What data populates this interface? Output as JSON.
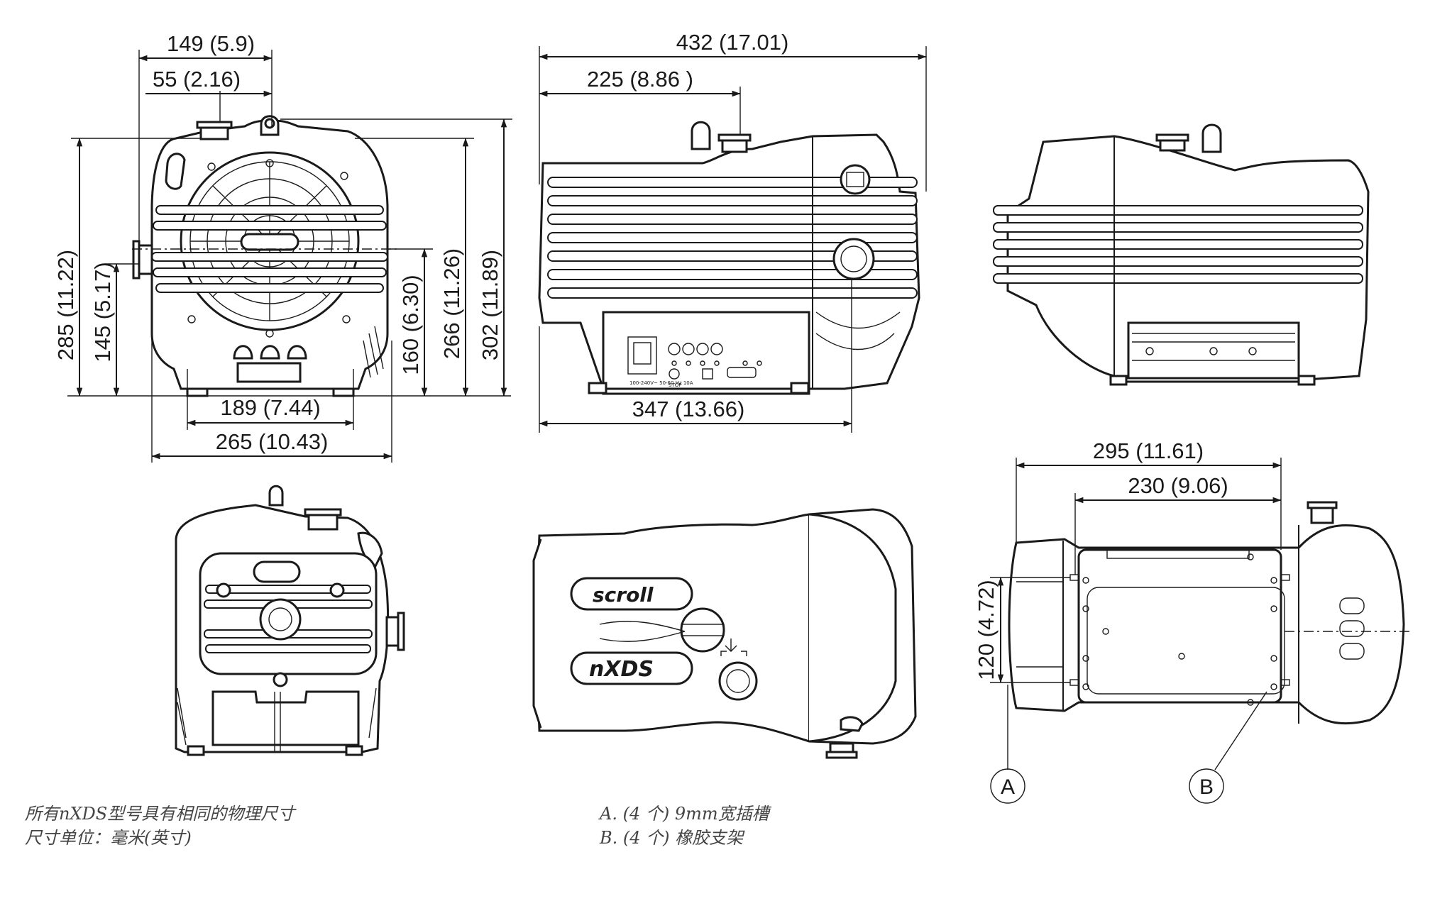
{
  "dimensions": {
    "front_width_top": "149 (5.9)",
    "front_inlet_offset": "55 (2.16)",
    "front_height_overall": "285 (11.22)",
    "front_height_inlet": "145 (5.17)",
    "front_height_exhaust": "160 (6.30)",
    "front_height_266": "266 (11.26)",
    "front_height_302": "302 (11.89)",
    "front_feet_width": "189 (7.44)",
    "front_base_width": "265 (10.43)",
    "side_length_overall": "432 (17.01)",
    "side_inlet_offset": "225 (8.86 )",
    "side_base_length": "347 (13.66)",
    "bottom_length_overall": "295 (11.61)",
    "bottom_length_slots": "230 (9.06)",
    "bottom_slot_spacing": "120 (4.72)"
  },
  "callouts": {
    "a": "A",
    "b": "B"
  },
  "logos": {
    "scroll": "scroll",
    "nxds": "nXDS"
  },
  "panel": {
    "rating": "100-240V~ 50-60 Hz 10A",
    "stop": "STOP"
  },
  "notes": {
    "line1": "所有nXDS型号具有相同的物理尺寸",
    "line2": "尺寸单位：毫米(英寸)",
    "legend_a": "A. (4 个) 9mm宽插槽",
    "legend_b": "B. (4 个) 橡胶支架"
  }
}
